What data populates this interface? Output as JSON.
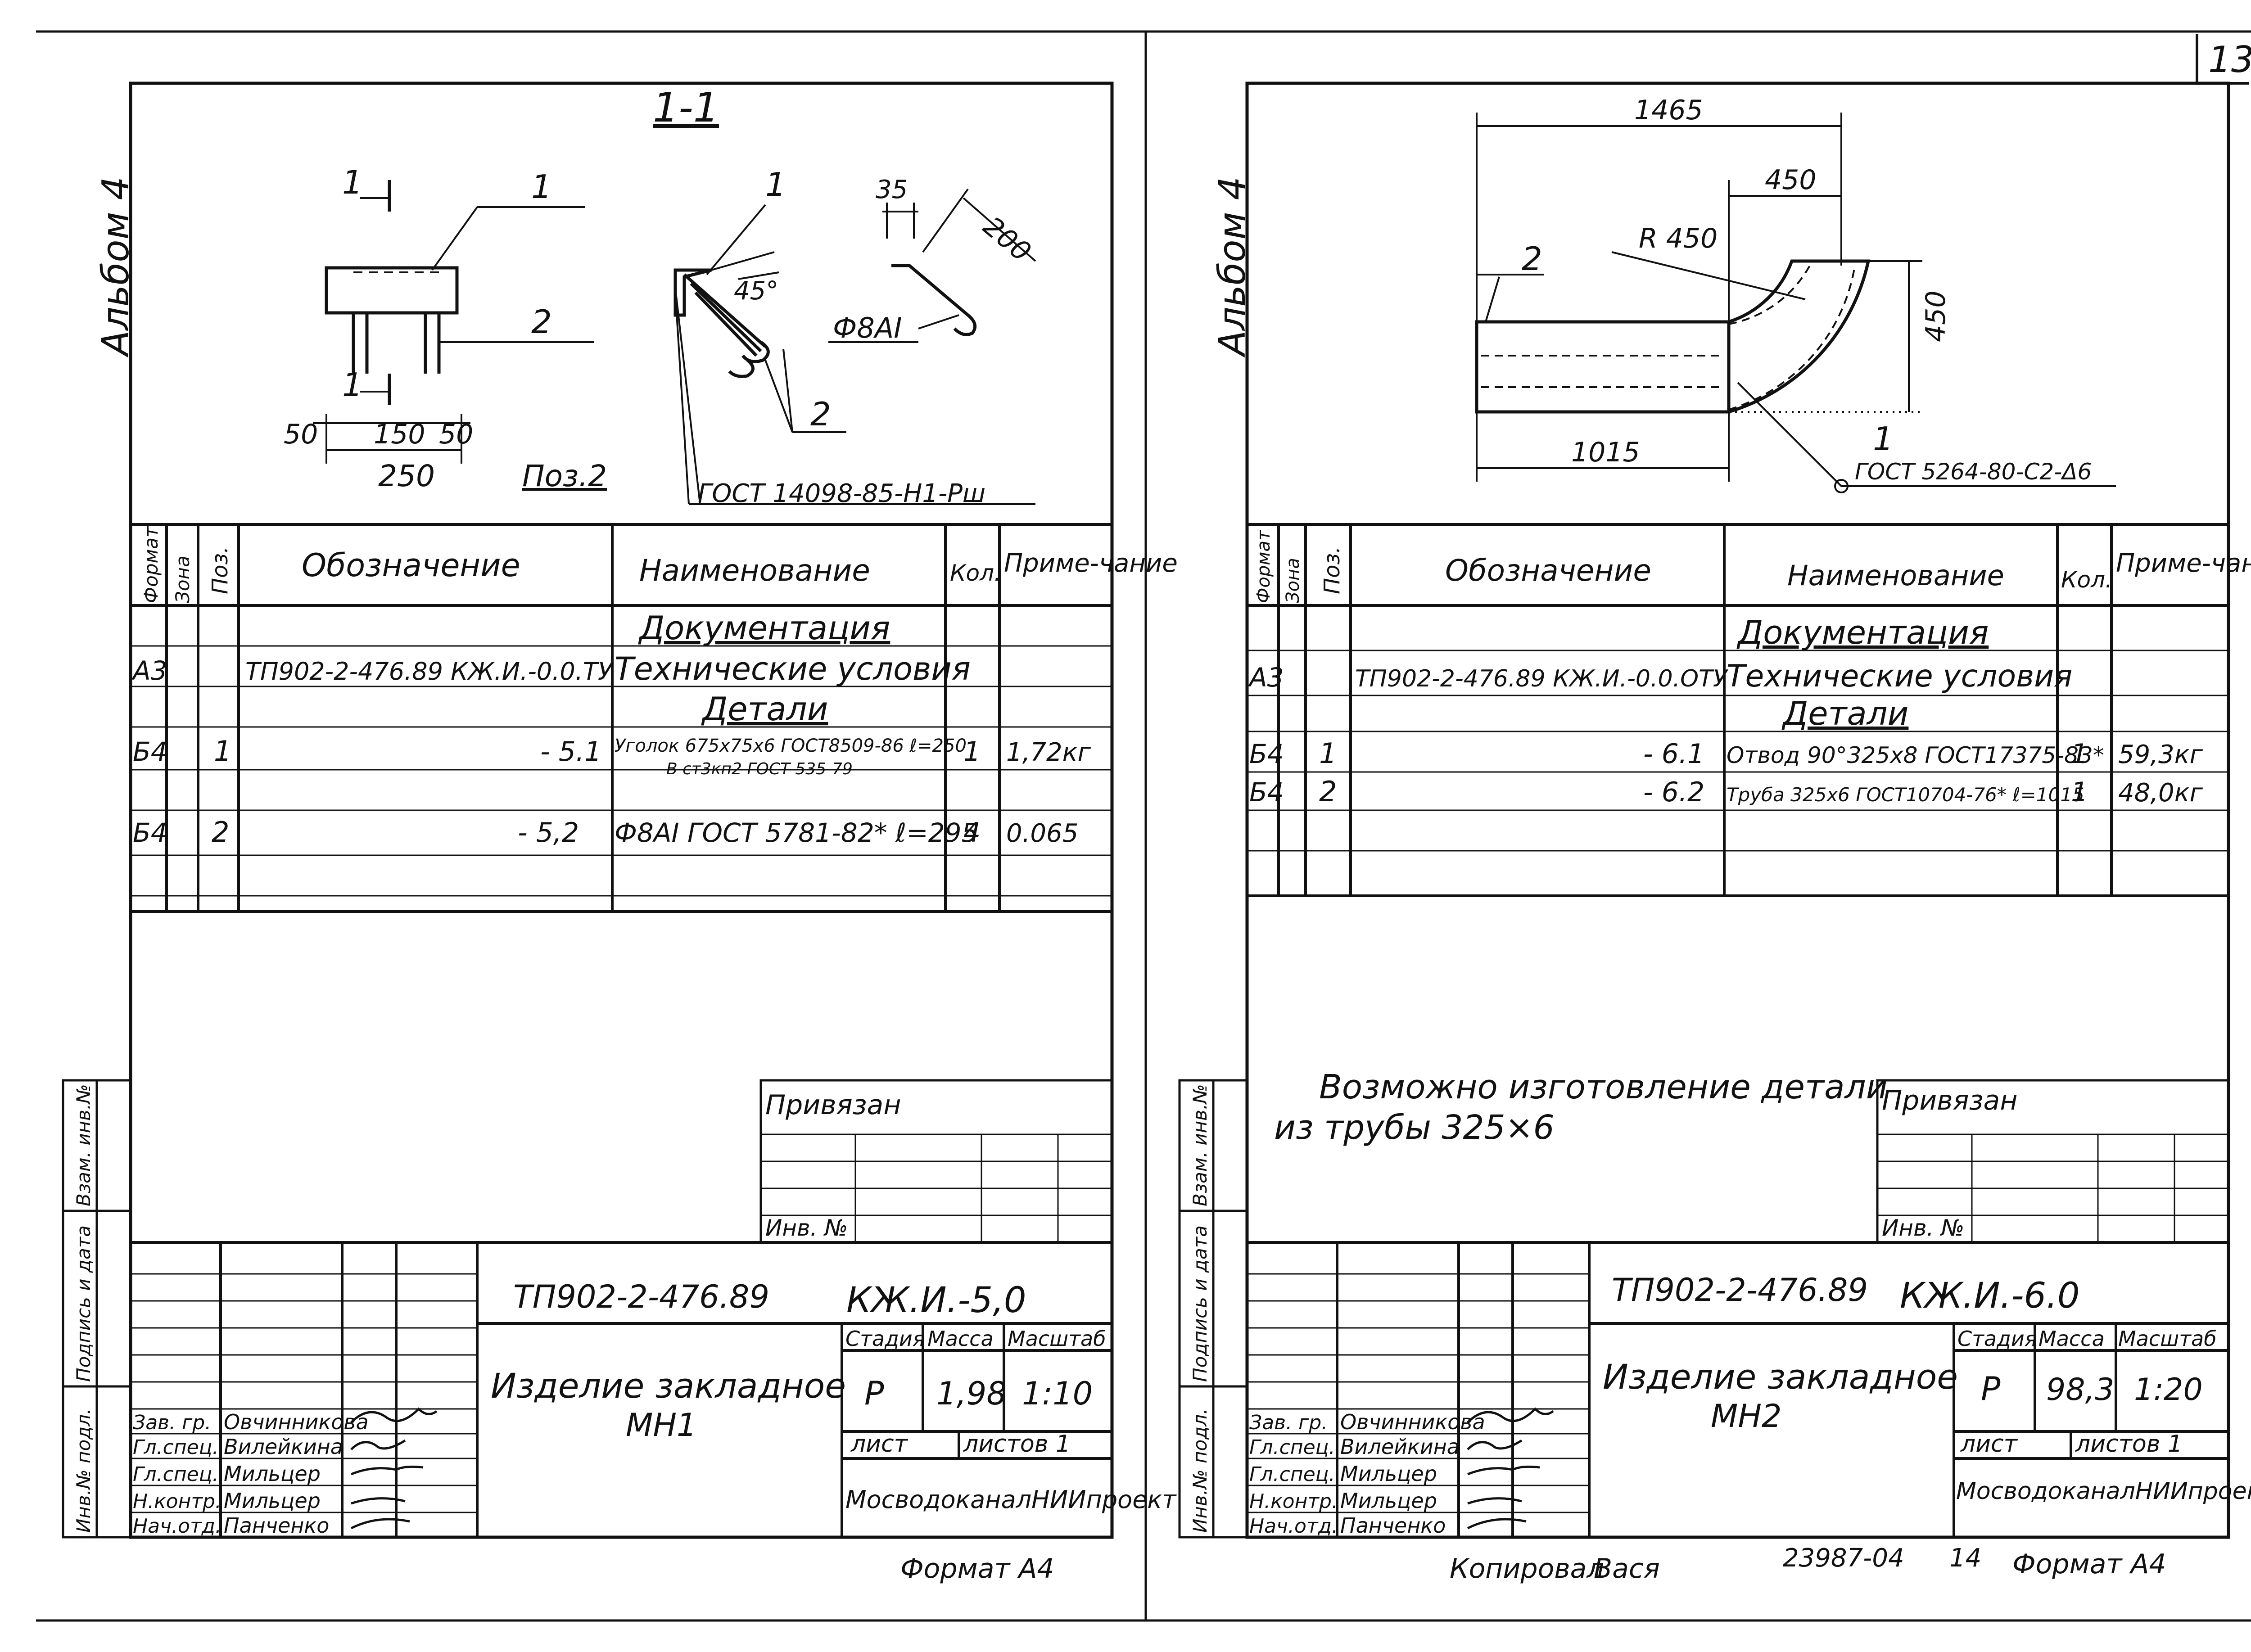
{
  "page_number": "13",
  "left": {
    "album": "Альбом 4",
    "section_title": "1-1",
    "pos_label": "Поз.2",
    "section_mark": "1",
    "leader_1": "1",
    "leader_2": "2",
    "dims": {
      "d50a": "50",
      "d150": "150",
      "d50b": "50",
      "d250": "250",
      "d35": "35",
      "d200": "200",
      "angle": "45°",
      "rebar": "Ф8АI"
    },
    "gost_note": "ГОСТ 14098-85-Н1-Рш",
    "spec_headers": {
      "format": "Формат",
      "zone": "Зона",
      "pos": "Поз.",
      "designation": "Обозначение",
      "name": "Наименование",
      "qty": "Кол.",
      "note": "Приме-чание"
    },
    "spec_rows": [
      {
        "format": "",
        "pos": "",
        "designation": "",
        "name": "Документация",
        "qty": "",
        "note": ""
      },
      {
        "format": "А3",
        "pos": "",
        "designation": "ТП902-2-476.89 КЖ.И.-0.0.ТУ",
        "name": "Технические условия",
        "qty": "",
        "note": ""
      },
      {
        "format": "",
        "pos": "",
        "designation": "",
        "name": "Детали",
        "qty": "",
        "note": ""
      },
      {
        "format": "Б4",
        "pos": "1",
        "designation": "- 5.1",
        "name": "Уголок 675х75х6 ГОСТ8509-86 ℓ=250",
        "name2": "В ст3кп2 ГОСТ 535-79",
        "qty": "1",
        "note": "1,72кг"
      },
      {
        "format": "Б4",
        "pos": "2",
        "designation": "- 5,2",
        "name": "Ф8АI ГОСТ 5781-82* ℓ=295",
        "qty": "4",
        "note": "0.065"
      }
    ],
    "attached": "Привязан",
    "inv_no": "Инв. №",
    "side_stamps": [
      "Взам. инв.№",
      "Подпись и дата",
      "Инв.№ подл."
    ],
    "doc_code": "ТП902-2-476.89",
    "doc_mark": "КЖ.И.-5,0",
    "title": "Изделие закладное",
    "title2": "МН1",
    "stage_label": "Стадия",
    "mass_label": "Масса",
    "scale_label": "Масштаб",
    "stage": "Р",
    "mass": "1,98",
    "scale": "1:10",
    "sheet_label": "лист",
    "sheets_label": "листов 1",
    "org": "МосводоканалНИИпроект",
    "roles": [
      "Зав. гр.",
      "Гл.спец.",
      "Гл.спец.",
      "Н.контр.",
      "Нач.отд."
    ],
    "names": [
      "Овчинникова",
      "Вилейкина",
      "Мильцер",
      "Мильцер",
      "Панченко"
    ],
    "format": "Формат А4"
  },
  "right": {
    "album": "Альбом 4",
    "dims": {
      "d1465": "1465",
      "d450a": "450",
      "r450": "R 450",
      "d450b": "450",
      "d1015": "1015"
    },
    "leader_1": "1",
    "leader_2": "2",
    "gost_note": "ГОСТ 5264-80-С2-Δ6",
    "spec_headers": {
      "format": "Формат",
      "zone": "Зона",
      "pos": "Поз.",
      "designation": "Обозначение",
      "name": "Наименование",
      "qty": "Кол.",
      "note": "Приме-чание"
    },
    "spec_rows": [
      {
        "format": "",
        "pos": "",
        "designation": "",
        "name": "Документация",
        "qty": "",
        "note": ""
      },
      {
        "format": "А3",
        "pos": "",
        "designation": "ТП902-2-476.89 КЖ.И.-0.0.ОТУ",
        "name": "Технические условия",
        "qty": "",
        "note": ""
      },
      {
        "format": "",
        "pos": "",
        "designation": "",
        "name": "Детали",
        "qty": "",
        "note": ""
      },
      {
        "format": "Б4",
        "pos": "1",
        "designation": "- 6.1",
        "name": "Отвод 90°325х8 ГОСТ17375-83*",
        "qty": "1",
        "note": "59,3кг"
      },
      {
        "format": "Б4",
        "pos": "2",
        "designation": "- 6.2",
        "name": "Труба 325х6 ГОСТ10704-76* ℓ=1015",
        "qty": "1",
        "note": "48,0кг"
      }
    ],
    "note_line1": "Возможно изготовление детали",
    "note_line2": "из трубы 325×6",
    "attached": "Привязан",
    "inv_no": "Инв. №",
    "side_stamps": [
      "Взам. инв.№",
      "Подпись и дата",
      "Инв.№ подл."
    ],
    "doc_code": "ТП902-2-476.89",
    "doc_mark": "КЖ.И.-6.0",
    "title": "Изделие закладное",
    "title2": "МН2",
    "stage_label": "Стадия",
    "mass_label": "Масса",
    "scale_label": "Масштаб",
    "stage": "Р",
    "mass": "98,3",
    "scale": "1:20",
    "sheet_label": "лист",
    "sheets_label": "листов 1",
    "org": "МосводоканалНИИпроект",
    "roles": [
      "Зав. гр.",
      "Гл.спец.",
      "Гл.спец.",
      "Н.контр.",
      "Нач.отд."
    ],
    "names": [
      "Овчинникова",
      "Вилейкина",
      "Мильцер",
      "Мильцер",
      "Панченко"
    ],
    "copied": "Копировал",
    "copier": "Вася",
    "order_no": "23987-04",
    "order_sheet": "14",
    "format": "Формат А4"
  }
}
